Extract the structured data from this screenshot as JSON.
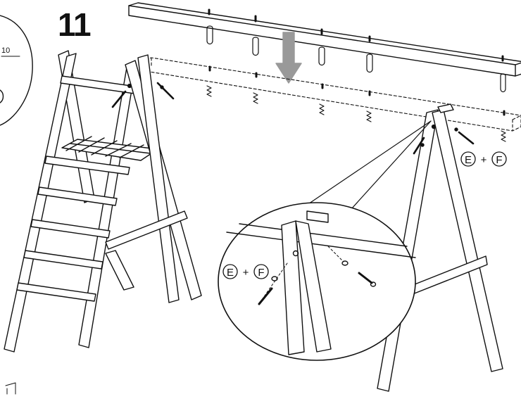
{
  "step_number": "11",
  "reference_step": "10",
  "hardware_label": {
    "part_a": "E",
    "plus": "+",
    "part_b": "F"
  }
}
